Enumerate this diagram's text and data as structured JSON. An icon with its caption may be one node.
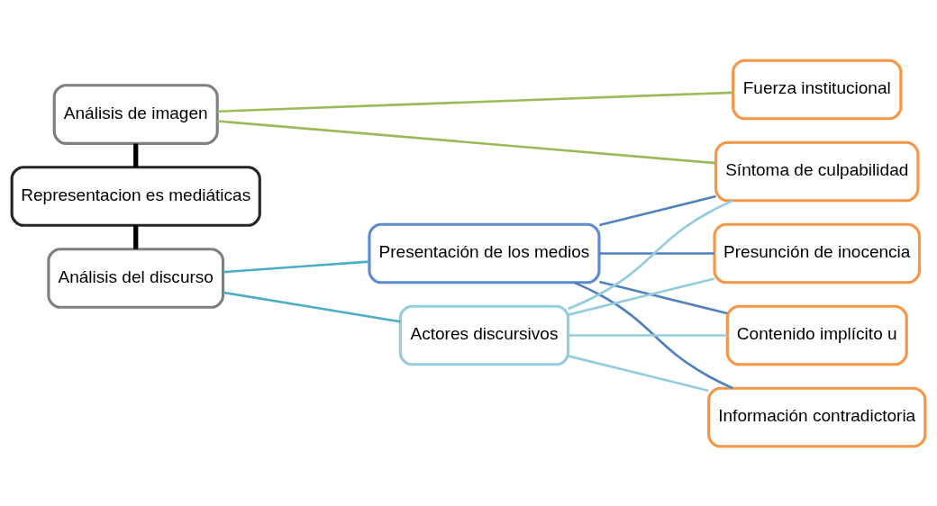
{
  "diagram": {
    "nodes": [
      {
        "text": [
          "Análisis de imagen"
        ]
      },
      {
        "text": [
          "Representacion es mediáticas"
        ]
      },
      {
        "text": [
          "Análisis del discurso"
        ]
      },
      {
        "text": [
          "Presentación de los medios"
        ]
      },
      {
        "text": [
          "Actores discursivos"
        ]
      },
      {
        "text": [
          "Fuerza institucional"
        ]
      },
      {
        "text": [
          "Síntoma de culpabilidad"
        ]
      },
      {
        "text": [
          "Presunción de inocencia"
        ]
      },
      {
        "text": [
          "Contenido implícito u"
        ]
      },
      {
        "text": [
          "Información contradictoria"
        ]
      }
    ],
    "edges": [
      {
        "from": 0,
        "to": 1,
        "arrow": "none",
        "style": "thick",
        "color": "#000000"
      },
      {
        "from": 1,
        "to": 2,
        "arrow": "none",
        "style": "thick",
        "color": "#000000"
      },
      {
        "from": 0,
        "to": 5,
        "arrow": "none",
        "color": "#9bbb59"
      },
      {
        "from": 0,
        "to": 6,
        "arrow": "none",
        "color": "#9bbb59"
      },
      {
        "from": 2,
        "to": 3,
        "arrow": "none",
        "color": "#4bacc6"
      },
      {
        "from": 2,
        "to": 4,
        "arrow": "none",
        "color": "#4bacc6"
      },
      {
        "from": 3,
        "to": 6,
        "arrow": "none",
        "color": "#4f81bd"
      },
      {
        "from": 3,
        "to": 7,
        "arrow": "none",
        "color": "#4f81bd"
      },
      {
        "from": 3,
        "to": 8,
        "arrow": "none",
        "color": "#4f81bd"
      },
      {
        "from": 3,
        "to": 9,
        "arrow": "none",
        "color": "#4f81bd"
      },
      {
        "from": 4,
        "to": 6,
        "arrow": "none",
        "color": "#93cddd"
      },
      {
        "from": 4,
        "to": 7,
        "arrow": "none",
        "color": "#93cddd"
      },
      {
        "from": 4,
        "to": 8,
        "arrow": "none",
        "color": "#93cddd"
      },
      {
        "from": 4,
        "to": 9,
        "arrow": "none",
        "color": "#93cddd"
      }
    ]
  }
}
